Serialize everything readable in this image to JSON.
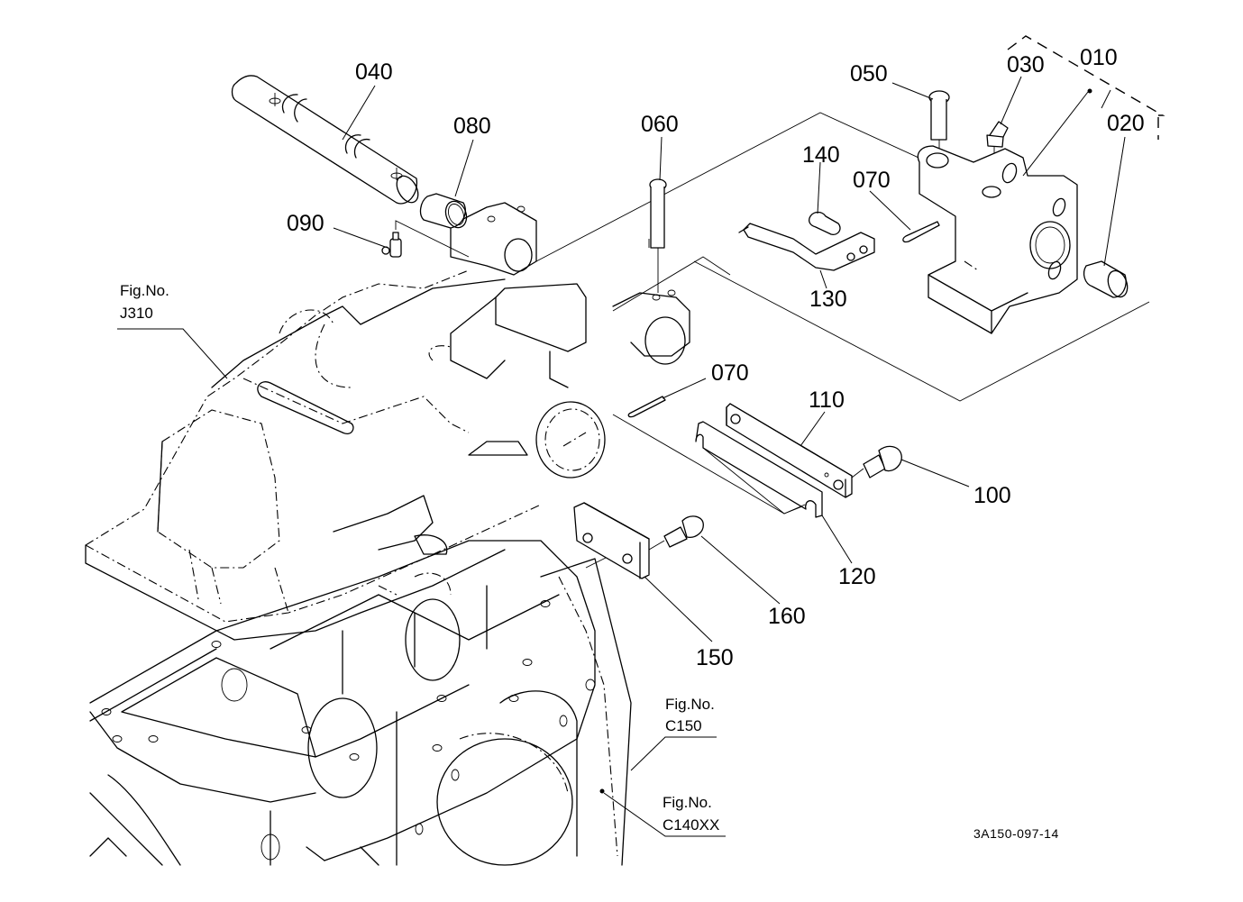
{
  "diagram": {
    "type": "exploded-parts-diagram",
    "drawing_code": "3A150-097-14",
    "callouts": [
      {
        "id": "010",
        "label": "010",
        "part": "bracket assembly (dashed group)"
      },
      {
        "id": "020",
        "label": "020",
        "part": "bushing"
      },
      {
        "id": "030",
        "label": "030",
        "part": "grease nipple (angled)"
      },
      {
        "id": "040",
        "label": "040",
        "part": "shaft"
      },
      {
        "id": "050",
        "label": "050",
        "part": "pin"
      },
      {
        "id": "060",
        "label": "060",
        "part": "pin"
      },
      {
        "id": "070a",
        "label": "070",
        "part": "split pin (upper)"
      },
      {
        "id": "070b",
        "label": "070",
        "part": "split pin (lower)"
      },
      {
        "id": "080",
        "label": "080",
        "part": "bushing"
      },
      {
        "id": "090",
        "label": "090",
        "part": "grease nipple"
      },
      {
        "id": "100",
        "label": "100",
        "part": "bolt"
      },
      {
        "id": "110",
        "label": "110",
        "part": "plate"
      },
      {
        "id": "120",
        "label": "120",
        "part": "plate (hooked)"
      },
      {
        "id": "130",
        "label": "130",
        "part": "bracket arm"
      },
      {
        "id": "140",
        "label": "140",
        "part": "bolt"
      },
      {
        "id": "150",
        "label": "150",
        "part": "block"
      },
      {
        "id": "160",
        "label": "160",
        "part": "bolt"
      }
    ],
    "figure_refs": [
      {
        "prefix": "Fig.No.",
        "number": "J310"
      },
      {
        "prefix": "Fig.No.",
        "number": "C150"
      },
      {
        "prefix": "Fig.No.",
        "number": "C140XX"
      }
    ]
  }
}
